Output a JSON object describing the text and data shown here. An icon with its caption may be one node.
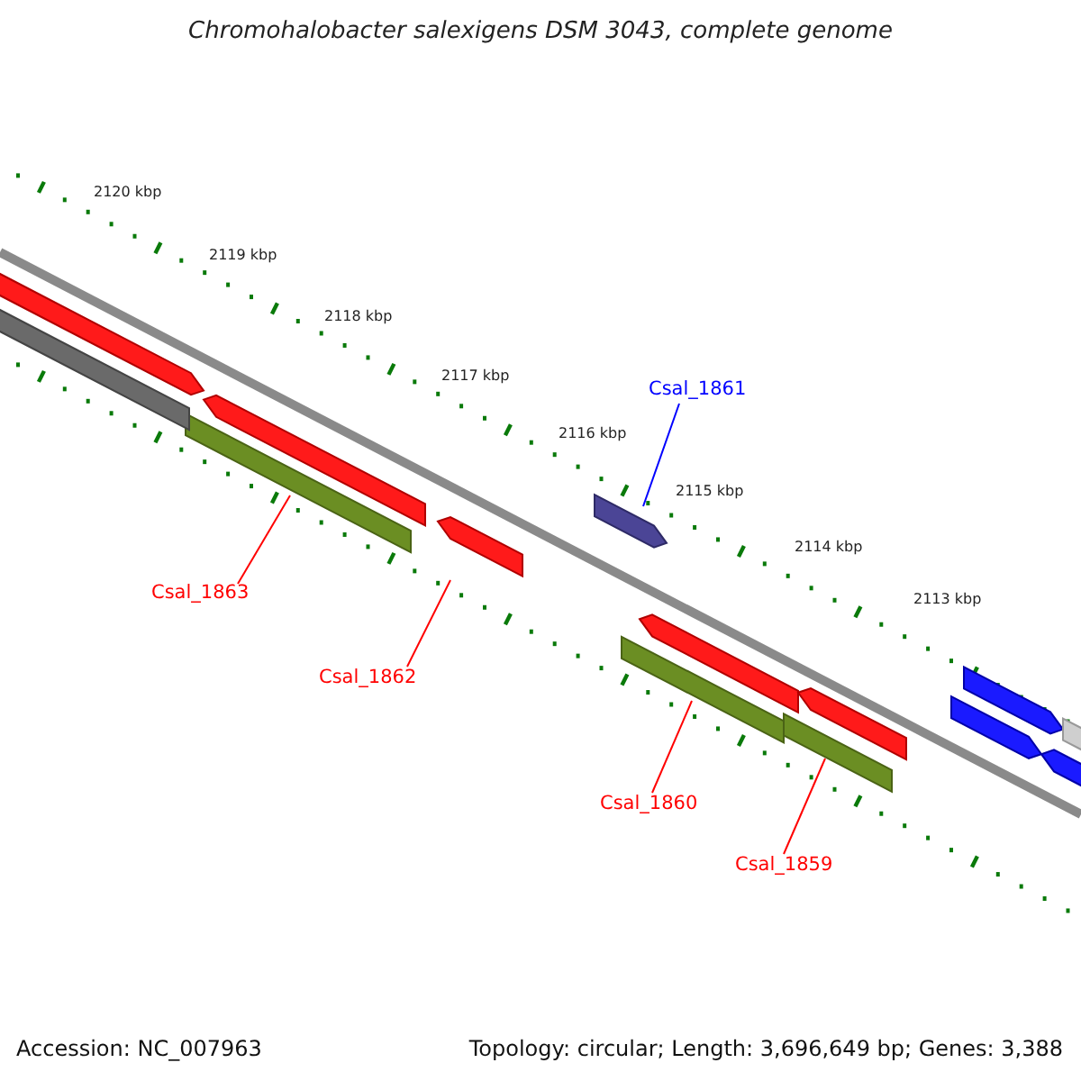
{
  "diagram": {
    "title": "Chromohalobacter salexigens DSM 3043, complete genome",
    "nodes": [
      {
        "text": [
          "Csal_1861"
        ]
      },
      {
        "text": [],
        "shape": "bar"
      },
      {
        "text": [
          "Csal_1863"
        ]
      },
      {
        "text": [],
        "shape": "bar"
      },
      {
        "text": [
          "Csal_1862"
        ]
      },
      {
        "text": [],
        "shape": "bar"
      },
      {
        "text": [
          "Csal_1860"
        ]
      },
      {
        "text": [],
        "shape": "bar"
      },
      {
        "text": [
          "Csal_1859"
        ]
      },
      {
        "text": [],
        "shape": "bar"
      },
      {
        "text": [],
        "shape": "bar"
      },
      {
        "text": [],
        "shape": "bar"
      },
      {
        "text": [],
        "shape": "bar"
      },
      {
        "text": [],
        "shape": "bar"
      },
      {
        "text": [],
        "shape": "bar"
      },
      {
        "text": [],
        "shape": "bar"
      },
      {
        "text": [],
        "shape": "bar"
      },
      {
        "text": [],
        "shape": "bar"
      },
      {
        "text": [],
        "shape": "bar"
      }
    ],
    "edges": [
      {
        "from": 0,
        "to": 1,
        "arrow": "none",
        "color": "#0000ff"
      },
      {
        "from": 2,
        "to": 3,
        "arrow": "none"
      },
      {
        "from": 4,
        "to": 5,
        "arrow": "none"
      },
      {
        "from": 6,
        "to": 7,
        "arrow": "none"
      },
      {
        "from": 8,
        "to": 9,
        "arrow": "none"
      }
    ],
    "labels": [
      "2120 kbp",
      "2119 kbp",
      "2118 kbp",
      "2117 kbp",
      "2116 kbp",
      "2115 kbp",
      "2114 kbp",
      "2113 kbp",
      "Accession: NC_007963",
      "Topology: circular; Length: 3,696,649 bp; Genes: 3,388"
    ]
  }
}
